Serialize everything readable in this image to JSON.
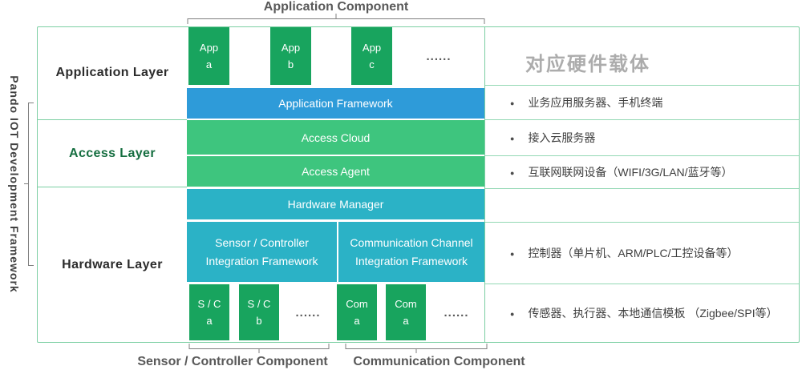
{
  "framework_label": "Pando IOT Development Framework",
  "top_component": {
    "label": "Application Component"
  },
  "bottom_components": [
    {
      "label": "Sensor / Controller Component"
    },
    {
      "label": "Communication Component"
    }
  ],
  "layers": [
    {
      "label": "Application Layer"
    },
    {
      "label": "Access Layer"
    },
    {
      "label": "Hardware Layer"
    }
  ],
  "apps": [
    {
      "line1": "App",
      "line2": "a"
    },
    {
      "line1": "App",
      "line2": "b"
    },
    {
      "line1": "App",
      "line2": "c"
    }
  ],
  "dots": "......",
  "bands": {
    "application_framework": "Application Framework",
    "access_cloud": "Access Cloud",
    "access_agent": "Access Agent",
    "hardware_manager": "Hardware Manager"
  },
  "integration_blocks": [
    {
      "line1": "Sensor / Controller",
      "line2": "Integration Framework"
    },
    {
      "line1": "Communication Channel",
      "line2": "Integration Framework"
    }
  ],
  "hw_blocks": [
    {
      "line1": "S / C",
      "line2": "a"
    },
    {
      "line1": "S / C",
      "line2": "b"
    },
    {
      "line1": "Com",
      "line2": "a"
    },
    {
      "line1": "Com",
      "line2": "a"
    }
  ],
  "right_panel": {
    "title": "对应硬件载体",
    "bullet": "●",
    "rows": [
      "业务应用服务器、手机终端",
      "接入云服务器",
      "互联网联网设备（WIFI/3G/LAN/蓝牙等）",
      "控制器（单片机、ARM/PLC/工控设备等）",
      "传感器、执行器、本地通信模板 （Zigbee/SPI等）"
    ]
  },
  "colors": {
    "block_green": "#18A45E",
    "access_green": "#3EC57E",
    "framework_blue": "#2E9BD9",
    "hardware_teal": "#2BB2C6",
    "frame_border": "#7CCFA3",
    "gray_text": "#595959",
    "title_gray": "#ACACAC"
  }
}
